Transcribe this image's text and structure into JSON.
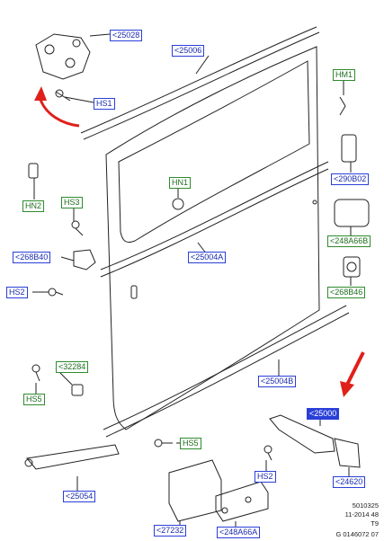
{
  "labels": {
    "p25028": "<25028",
    "p25006": "<25006",
    "hs1": "HS1",
    "hm1": "HM1",
    "hn1": "HN1",
    "p290b02": "<290B02",
    "hn2": "HN2",
    "hs3": "HS3",
    "p248a66b": "<248A66B",
    "p268b40": "<268B40",
    "p25004a": "<25004A",
    "hs2_left": "HS2",
    "p268b46": "<268B46",
    "p32284": "<32284",
    "hs5_left": "HS5",
    "p25004b": "<25004B",
    "p25000": "<25000",
    "hs5_bottom": "HS5",
    "hs2_bottom": "HS2",
    "p24620": "<24620",
    "p25054": "<25054",
    "p27232": "<27232",
    "p248a66a": "<248A66A"
  },
  "footer": {
    "line1": "5010325",
    "line2": "11-2014 48",
    "line3": "T9",
    "line4": "G 0146072 07"
  },
  "colors": {
    "blue_label": "#2a3fd8",
    "green_label": "#2e8b2e",
    "red_arrow": "#e0201a",
    "line": "#222222"
  }
}
